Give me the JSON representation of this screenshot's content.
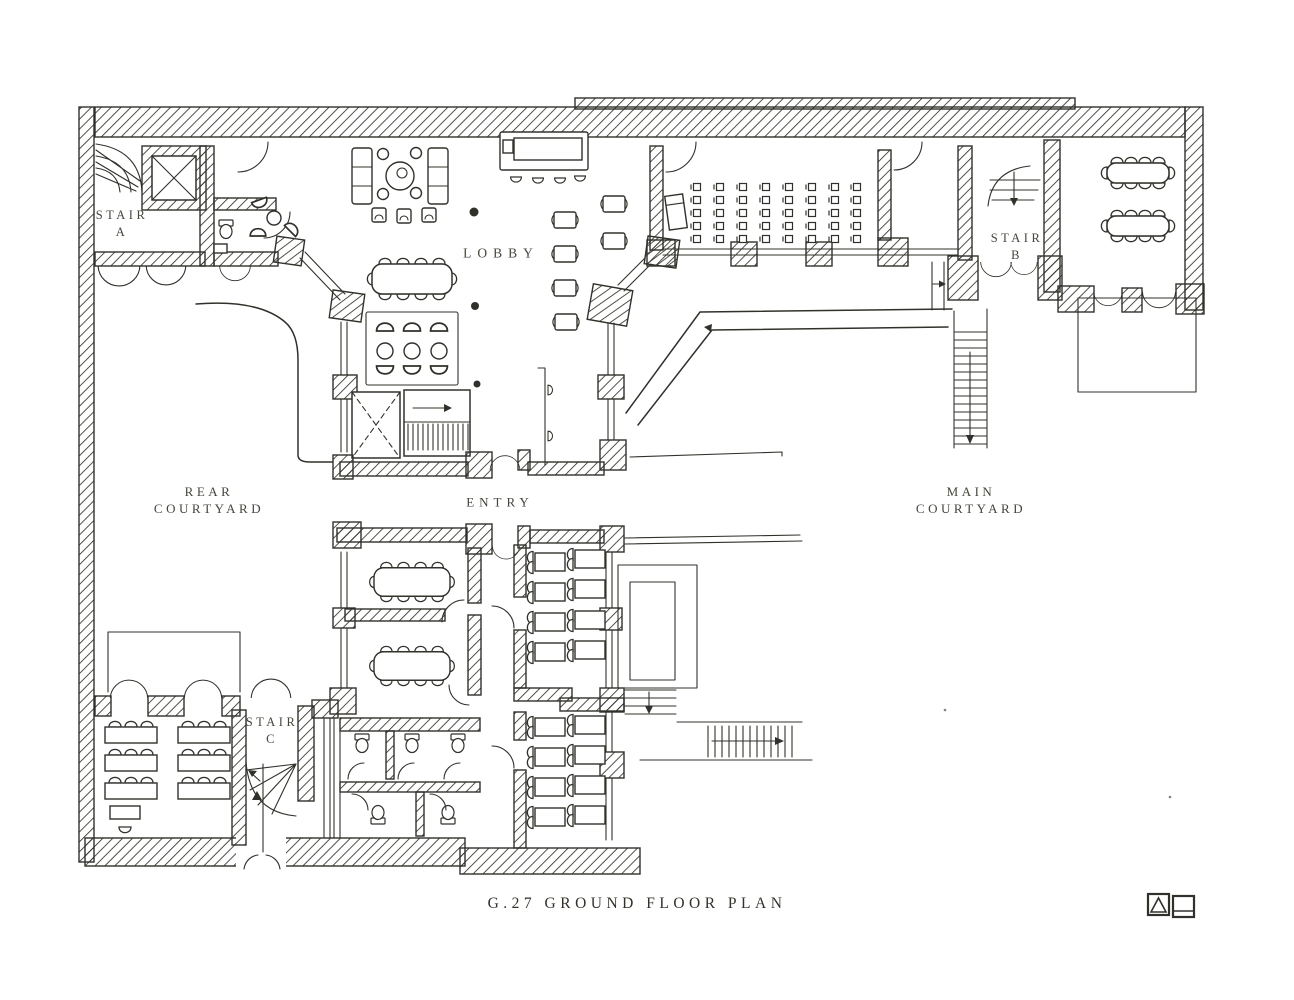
{
  "drawing": {
    "ink_color": "#31312b",
    "label_color": "#45453c",
    "labels": {
      "stair_a": {
        "line1": "STAIR",
        "line2": "A"
      },
      "lobby": "LOBBY",
      "stair_b": {
        "line1": "STAIR",
        "line2": "B"
      },
      "rear_courtyard": {
        "line1": "REAR",
        "line2": "COURTYARD"
      },
      "entry": "ENTRY",
      "main_courtyard": {
        "line1": "MAIN",
        "line2": "COURTYARD"
      },
      "stair_c": {
        "line1": "STAIR",
        "line2": "C"
      }
    },
    "title": "G.27 GROUND FLOOR PLAN",
    "legend_icons": [
      "triangle-in-square",
      "line-in-square"
    ]
  }
}
